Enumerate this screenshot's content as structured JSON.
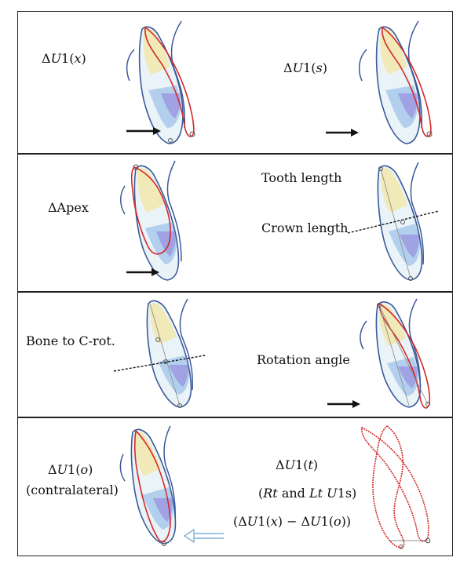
{
  "panels": [
    {
      "left_label": {
        "pre": "Δ",
        "var": "U",
        "mid": "1(",
        "arg": "x",
        "post": ")"
      },
      "right_label": {
        "pre": "Δ",
        "var": "U",
        "mid": "1(",
        "arg": "s",
        "post": ")"
      }
    },
    {
      "left_label": "ΔApex",
      "right_top": "Tooth length",
      "right_bottom": "Crown length"
    },
    {
      "left_label": "Bone to C-rot.",
      "right_label": "Rotation angle"
    },
    {
      "left_line1": {
        "pre": "Δ",
        "var": "U",
        "mid": "1(",
        "arg": "o",
        "post": ")"
      },
      "left_line2": "(contralateral)",
      "right_line1": {
        "pre": "Δ",
        "var": "U",
        "mid": "1(",
        "arg": "t",
        "post": ")"
      },
      "right_line2": {
        "open": "(",
        "a": "Rt",
        "and": " and ",
        "b": "Lt",
        "sp": " ",
        "u": "U",
        "tail": "1s)"
      },
      "right_line3": {
        "open": "(Δ",
        "u1": "U",
        "m1": "1(",
        "x": "x",
        "c1": ") − Δ",
        "u2": "U",
        "m2": "1(",
        "o": "o",
        "c2": "))"
      }
    }
  ],
  "colors": {
    "outline_blue": "#3a5a9a",
    "outline_red": "#d42a2a",
    "crown_fill": "#eaf3f7",
    "root_tint": "#f3e7a8",
    "mesh_blue": "#4a8fdc",
    "mesh_purple": "#8a6ad8",
    "arrow_black": "#111111",
    "arrow_hollow": "#7fb2d8"
  }
}
